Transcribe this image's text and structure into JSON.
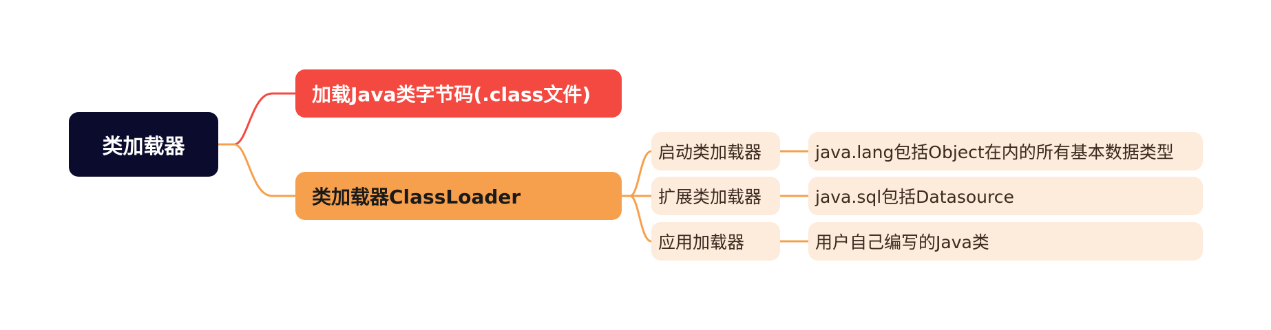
{
  "mindmap": {
    "root": {
      "label": "类加载器"
    },
    "branches": [
      {
        "label": "加载Java类字节码(.class文件)",
        "children": []
      },
      {
        "label": "类加载器ClassLoader",
        "children": [
          {
            "label": "启动类加载器",
            "detail": "java.lang包括Object在内的所有基本数据类型"
          },
          {
            "label": "扩展类加载器",
            "detail": "java.sql包括Datasource"
          },
          {
            "label": "应用加载器",
            "detail": "用户自己编写的Java类"
          }
        ]
      }
    ]
  },
  "colors": {
    "root_bg": "#0b0b2e",
    "branch1": "#f44941",
    "branch2": "#f6a04d",
    "sub_bg": "#fdebdb",
    "connector_orange": "#f6a04d",
    "connector_red": "#f44941"
  }
}
